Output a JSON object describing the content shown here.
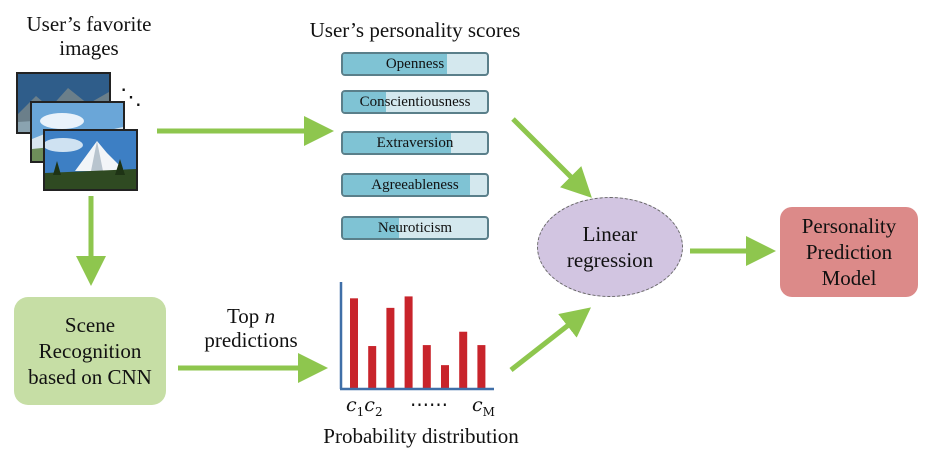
{
  "images_label": {
    "line1": "User’s favorite",
    "line2": "images"
  },
  "images_ellipsis": "⋱",
  "scores_title": "User’s personality scores",
  "traits": [
    {
      "name": "Openness",
      "score": 0.72
    },
    {
      "name": "Conscientiousness",
      "score": 0.3
    },
    {
      "name": "Extraversion",
      "score": 0.75
    },
    {
      "name": "Agreeableness",
      "score": 0.88
    },
    {
      "name": "Neuroticism",
      "score": 0.39
    }
  ],
  "scene_box": {
    "line1": "Scene",
    "line2": "Recognition",
    "line3": "based on CNN"
  },
  "top_n": {
    "line1_prefix": "Top",
    "line1_var": "n",
    "line2": "predictions"
  },
  "regression": {
    "line1": "Linear",
    "line2": "regression"
  },
  "model_box": {
    "line1": "Personality",
    "line2": "Prediction",
    "line3": "Model"
  },
  "distribution": {
    "caption": "Probability distribution",
    "cat_first": "c",
    "cat_first_sub1": "1",
    "cat_second_sub": "2",
    "cat_dots": "⋯⋯",
    "cat_last": "c",
    "cat_last_sub": "M"
  },
  "chart_data": {
    "type": "bar",
    "title": "",
    "values": [
      0.95,
      0.45,
      0.85,
      0.97,
      0.46,
      0.25,
      0.6,
      0.46
    ],
    "ylim": [
      0,
      1.1
    ],
    "color": "#c8242b",
    "axis_color": "#3f6fa8"
  },
  "colors": {
    "arrow": "#8ec64e",
    "trait_fill": "#7fc3d4",
    "trait_bg": "#d4e8ee",
    "scene_bg": "#c6dea5",
    "regression_bg": "#d2c5e1",
    "model_bg": "#dc8a89"
  }
}
